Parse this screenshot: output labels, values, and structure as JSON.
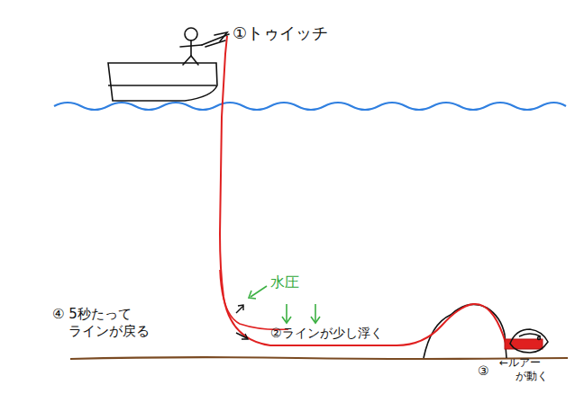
{
  "diagram": {
    "labels": [
      "①トゥイッチ",
      "水圧",
      "②ラインが少し浮く",
      "③",
      "←ルアー が動く",
      "④ 5秒たって ラインが戻る"
    ]
  }
}
